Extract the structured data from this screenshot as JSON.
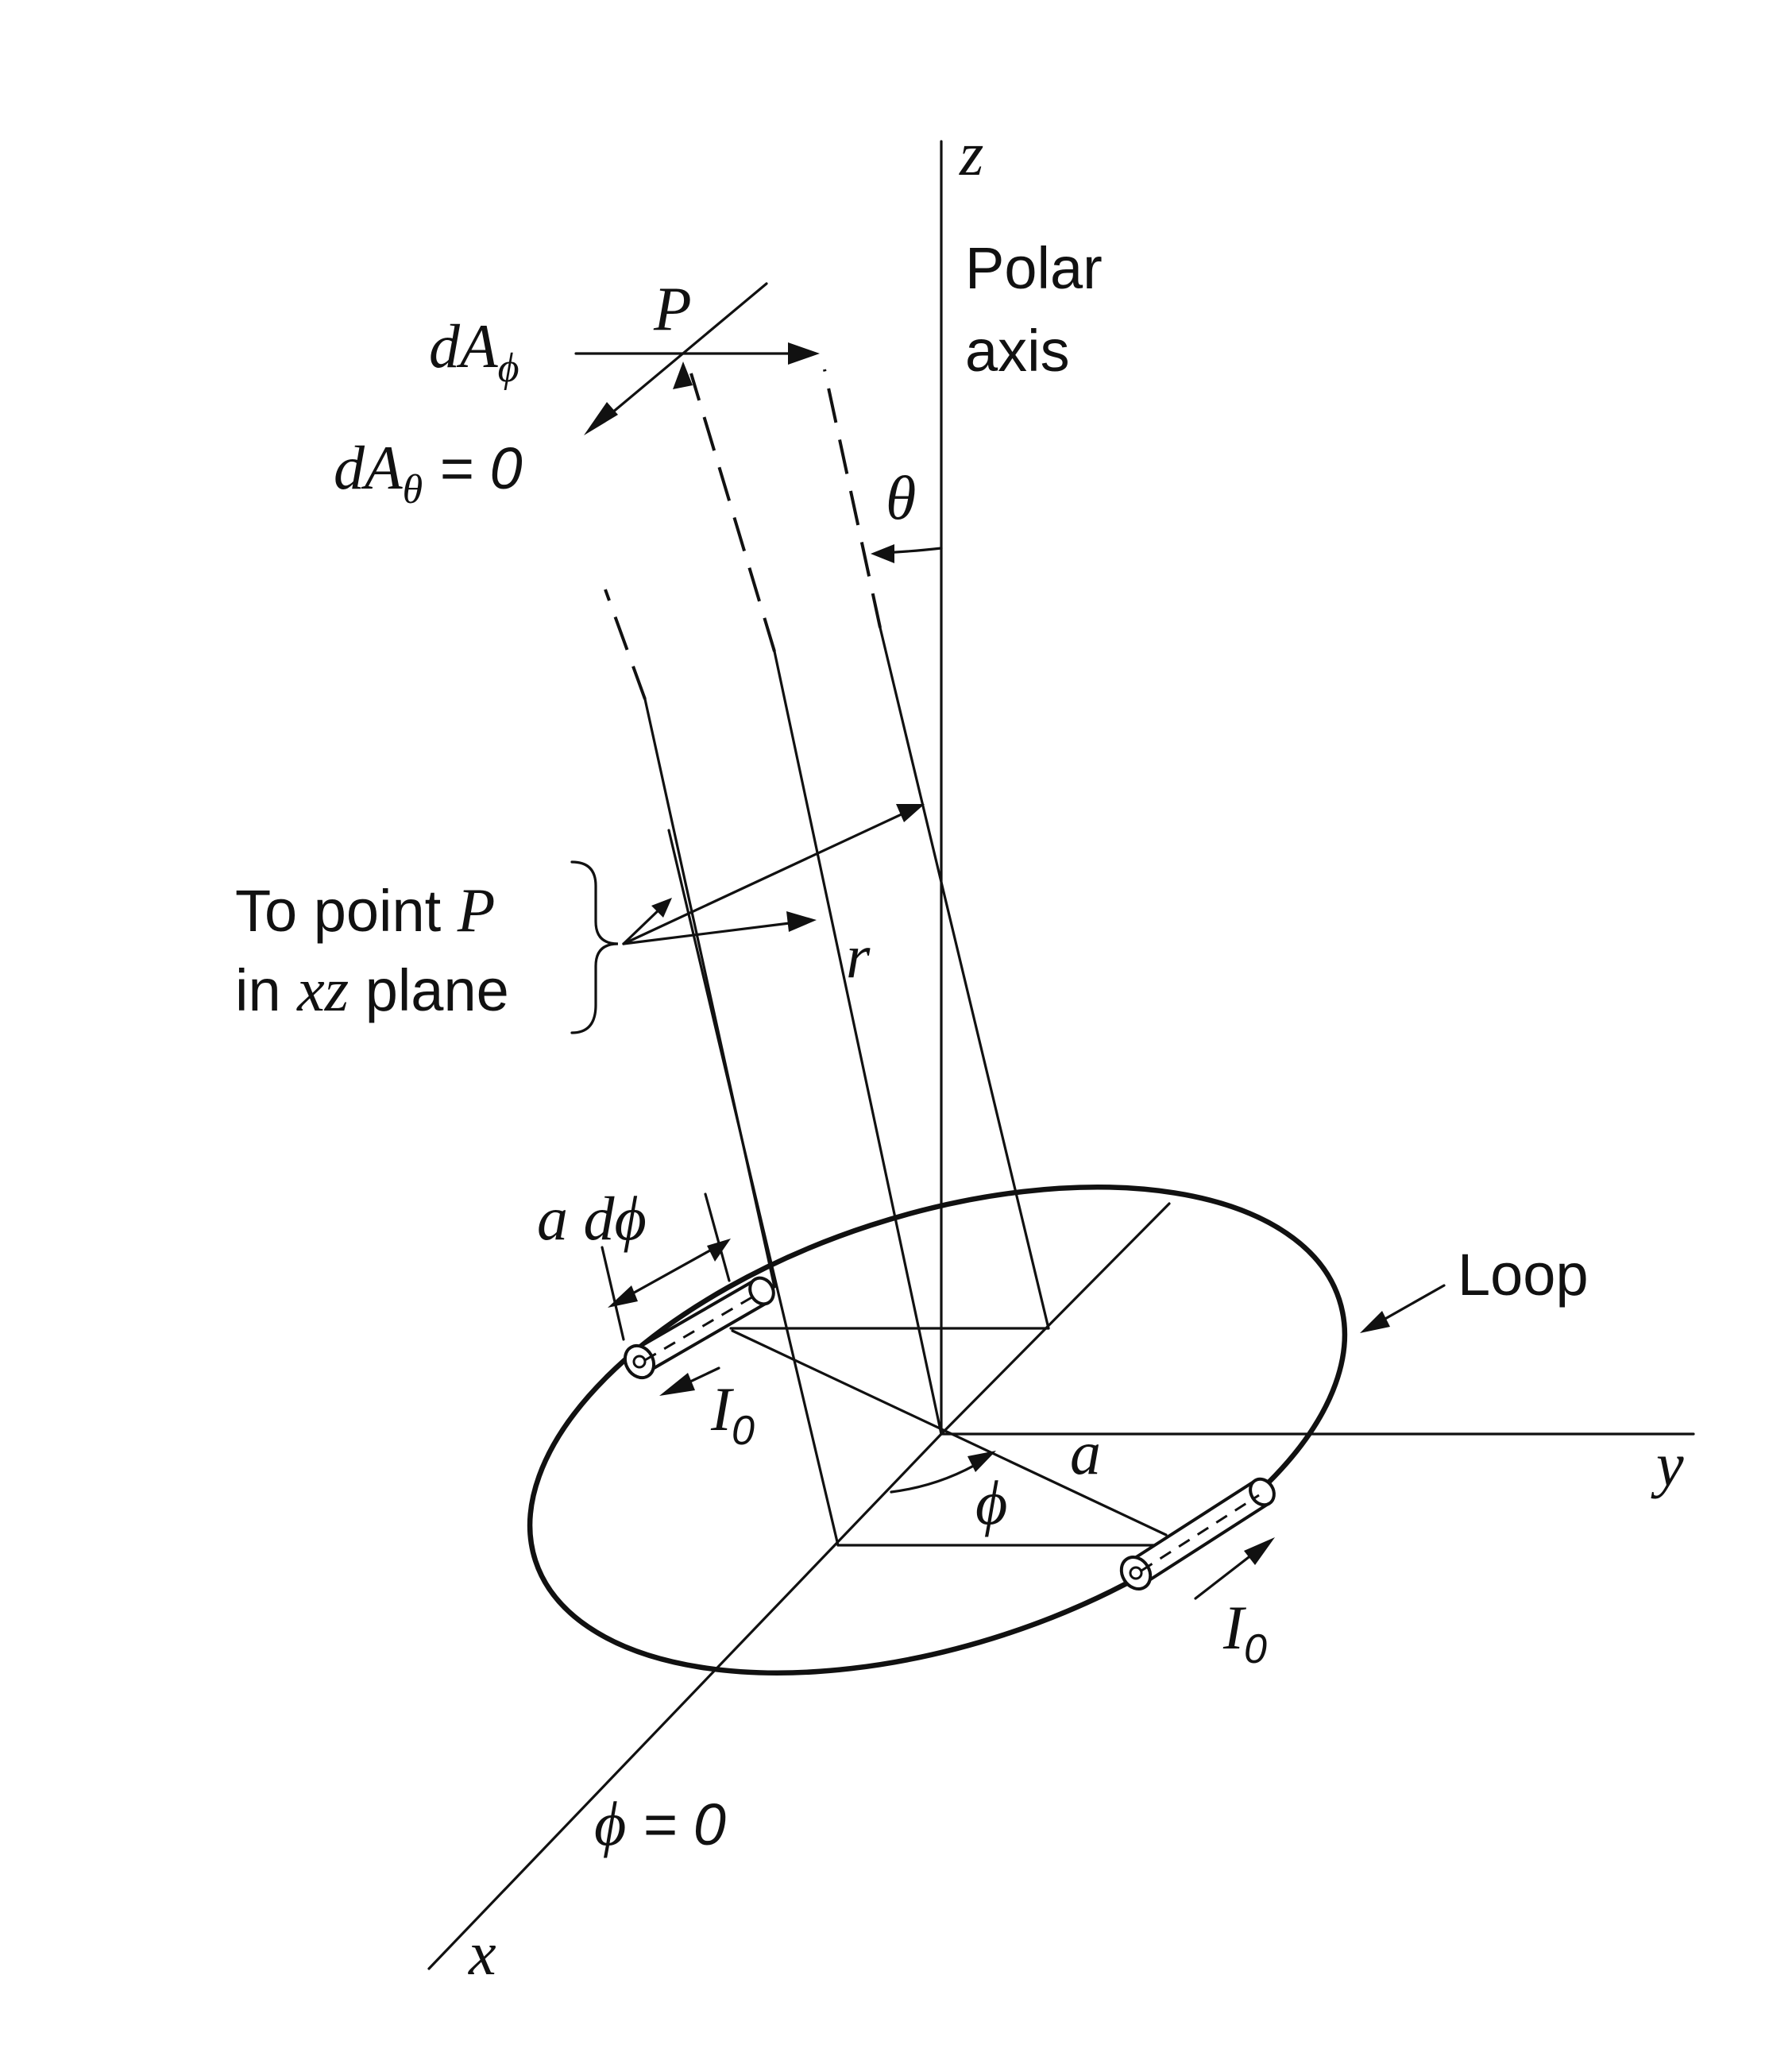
{
  "diagram": {
    "axes": {
      "z": "z",
      "y": "y",
      "x": "x",
      "polar_axis_line1": "Polar",
      "polar_axis_line2": "axis"
    },
    "point_label": "P",
    "angles": {
      "theta": "θ",
      "phi": "ϕ"
    },
    "vector_potential": {
      "dA_phi_main": "dA",
      "dA_phi_sub": "ϕ",
      "dA_theta_main": "dA",
      "dA_theta_sub": "θ",
      "dA_theta_value": " = 0"
    },
    "annotation": {
      "line1_text": "To point ",
      "line1_var": "P",
      "line2_pre": "in ",
      "line2_var": "xz",
      "line2_post": " plane"
    },
    "labels": {
      "r": "r",
      "a": "a",
      "a_dphi": "a dϕ",
      "loop": "Loop",
      "current_main": "I",
      "current_sub": "0",
      "phi_zero_var": "ϕ",
      "phi_zero_value": " = 0"
    }
  }
}
